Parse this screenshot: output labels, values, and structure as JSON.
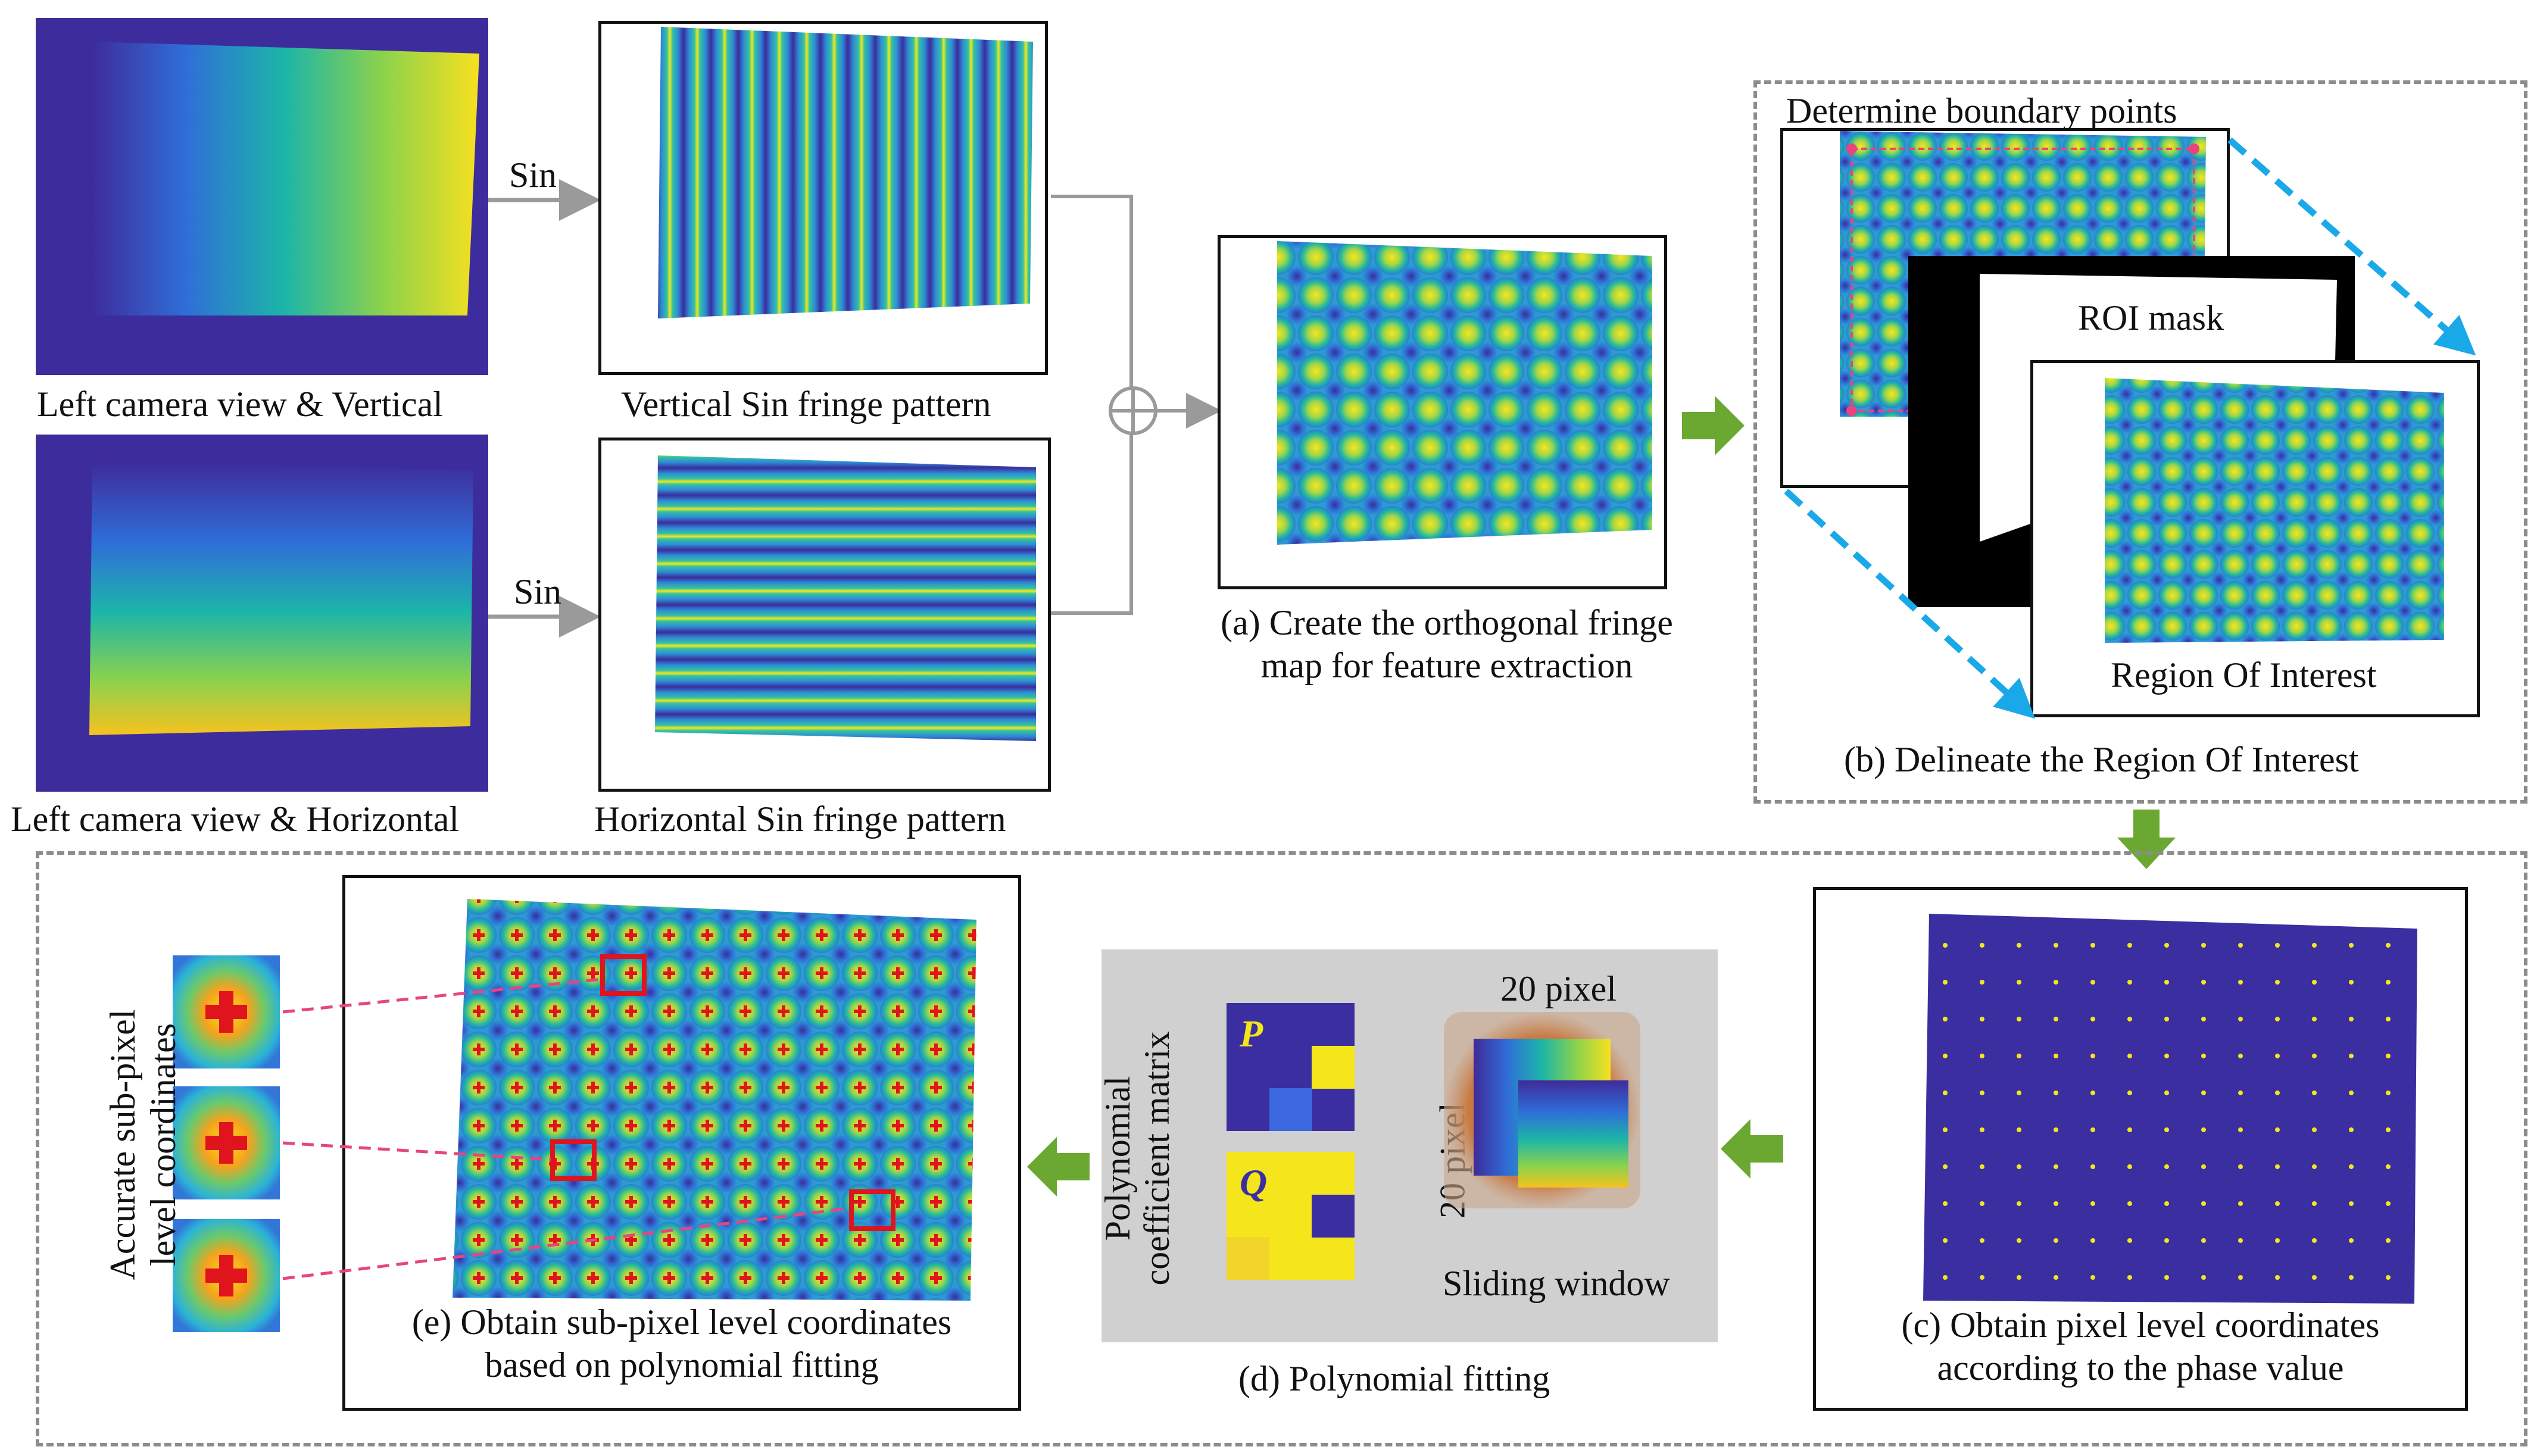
{
  "colors": {
    "viridis_low": "#3b2d9c",
    "viridis_mid": "#1eb3a6",
    "viridis_high": "#f5e61c",
    "green_arrow": "#6aa832",
    "blue_dashes": "#1aa9e8",
    "pink_leader": "#e8457d",
    "marker_red": "#e0141c",
    "grey_connector": "#9a9a9a",
    "dashed_border": "#8c8c8c",
    "fitting_panel_bg": "#d0d0d0"
  },
  "top": {
    "cam_vertical_label": "Left camera view & Vertical",
    "cam_horizontal_label": "Left camera view & Horizontal",
    "sin_op_label_1": "Sin",
    "sin_op_label_2": "Sin",
    "vertical_fringe_label": "Vertical Sin fringe pattern",
    "horizontal_fringe_label": "Horizontal Sin fringe pattern",
    "combine_symbol": "⊕",
    "caption_a": [
      "(a) Create the orthogonal fringe",
      "map for feature extraction"
    ]
  },
  "roi": {
    "boundary_label": "Determine boundary points",
    "mask_label": "ROI mask",
    "region_label": "Region Of Interest",
    "caption_b": "(b) Delineate the Region Of  Interest"
  },
  "bottom": {
    "caption_c": [
      "(c) Obtain pixel level coordinates",
      "according to the phase value"
    ],
    "size_label_top": "20 pixel",
    "size_label_side": "20 pixel",
    "sliding_window_label": "Sliding window",
    "matrix_label": [
      "Polynomial",
      "coefficient matrix"
    ],
    "matrix_p": "P",
    "matrix_q": "Q",
    "caption_d": "(d) Polynomial fitting",
    "caption_e": [
      "(e) Obtain sub-pixel level coordinates",
      "based on polynomial fitting"
    ],
    "zoom_label": [
      "Accurate sub-pixel",
      "level coordinates"
    ]
  }
}
